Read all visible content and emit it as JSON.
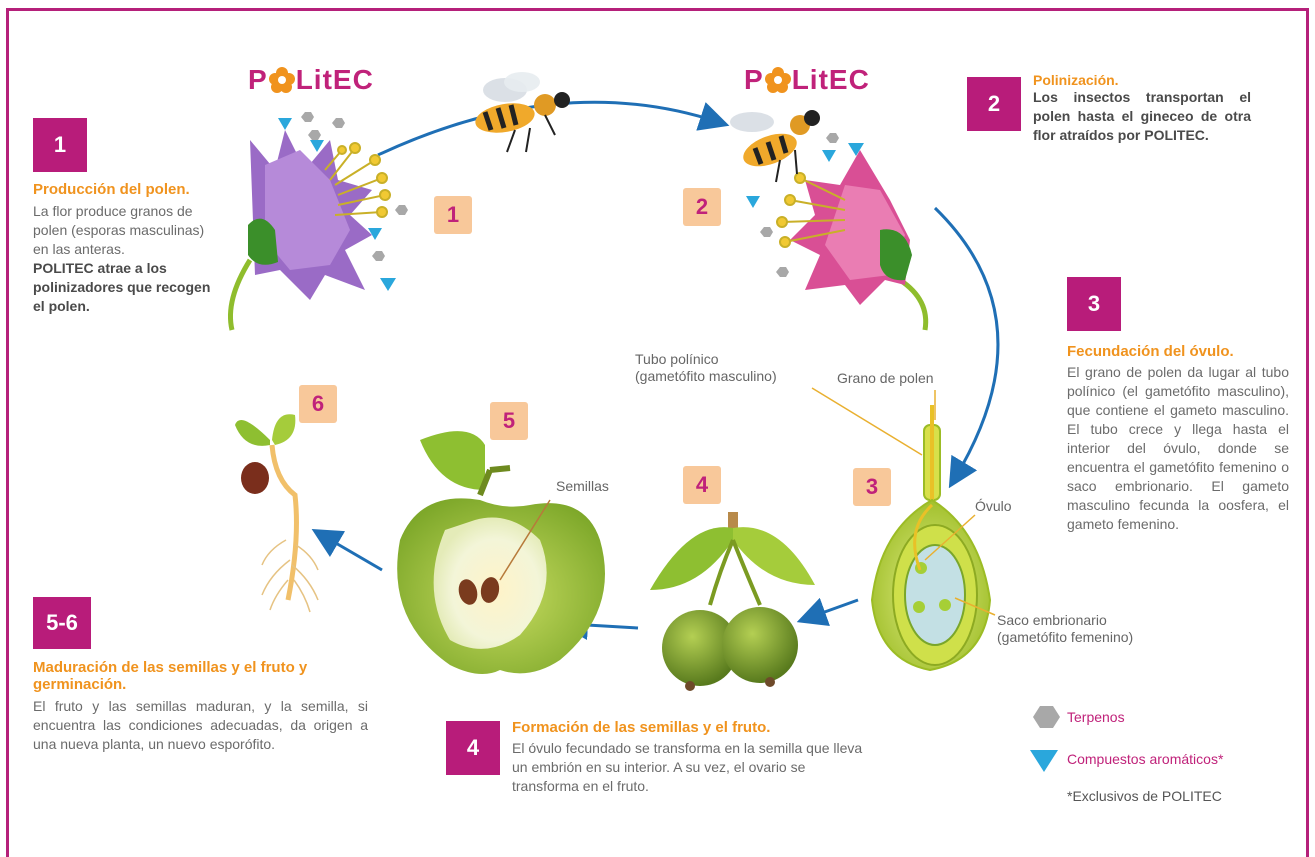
{
  "logo_text_left": "P",
  "logo_text_right": "LitEC",
  "steps": {
    "s1": {
      "badge": "1",
      "num": "1",
      "title": "Producción del polen.",
      "body": "La flor produce granos de polen (esporas masculinas) en las anteras.",
      "body_bold": "POLITEC atrae a los polinizadores que recogen el polen."
    },
    "s2": {
      "badge": "2",
      "num": "2",
      "title": "Polinización.",
      "body_bold": "Los insectos transportan el polen hasta el gineceo de otra flor atraídos por POLITEC."
    },
    "s3": {
      "badge": "3",
      "num": "3",
      "title": "Fecundación del óvulo.",
      "body": "El grano de polen da lugar al tubo polínico (el gametófito masculino), que contiene el gameto masculino. El tubo crece y llega hasta el interior del óvulo, donde se encuentra el gametófito femenino o saco embrionario. El gameto masculino fecunda la oosfera, el gameto femenino."
    },
    "s4": {
      "badge": "4",
      "num": "4",
      "title": "Formación de las semillas y el fruto.",
      "body": "El óvulo fecundado se transforma en la semilla que lleva un embrión en su interior. A su vez, el ovario se transforma en el fruto."
    },
    "s56": {
      "badge": "5-6",
      "num5": "5",
      "num6": "6",
      "title": "Maduración de las semillas y el fruto y germinación.",
      "body": "El fruto y las semillas maduran, y la semilla, si encuentra las condiciones adecuadas, da origen a una nueva planta, un nuevo esporófito."
    }
  },
  "labels": {
    "tubo1": "Tubo polínico",
    "tubo2": "(gametófito masculino)",
    "grano": "Grano de polen",
    "ovulo": "Óvulo",
    "saco1": "Saco embrionario",
    "saco2": "(gametófito femenino)",
    "semillas": "Semillas"
  },
  "legend": {
    "terpenos": "Terpenos",
    "aromaticos": "Compuestos aromáticos*",
    "footnote": "*Exclusivos de POLITEC"
  },
  "colors": {
    "magenta": "#b81c7a",
    "orange": "#f0931e",
    "arrow": "#1f6fb5",
    "hex": "#a8a8a8",
    "triangle": "#2aa7dc"
  }
}
